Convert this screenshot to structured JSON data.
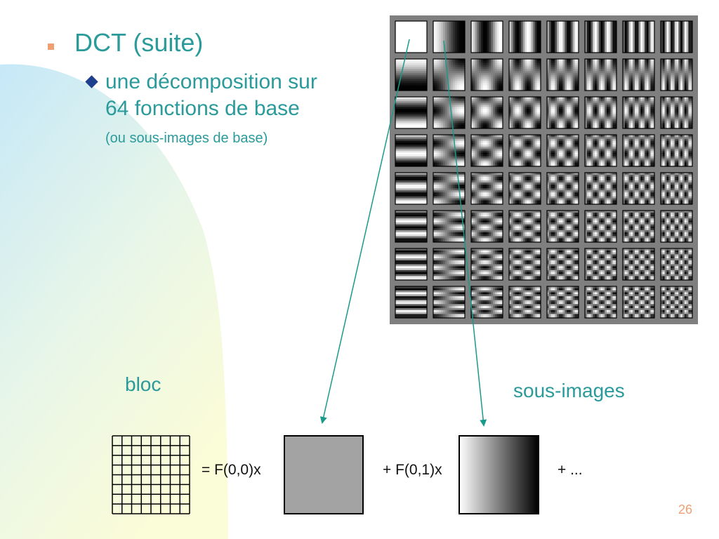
{
  "slide": {
    "title": "DCT (suite)",
    "sub_line1": "une décomposition sur",
    "sub_line2": "64 fonctions de base",
    "sub_note": "(ou sous-images de base)",
    "label_bloc": "bloc",
    "label_sous_images": "sous-images",
    "page_number": "26"
  },
  "equation": {
    "term1": "= F(0,0)x",
    "term2": "+ F(0,1)x",
    "term3": "+ ..."
  },
  "colors": {
    "text_teal": "#2a9a9a",
    "bullet_orange": "#f0a070",
    "diamond_blue": "#1f3f8f",
    "arrow": "#1a9a8a"
  },
  "icons": {
    "bullet": "square-bullet-icon",
    "sub_bullet": "diamond-bullet-icon"
  },
  "figure": {
    "grid_rows": 8,
    "grid_cols": 8
  }
}
